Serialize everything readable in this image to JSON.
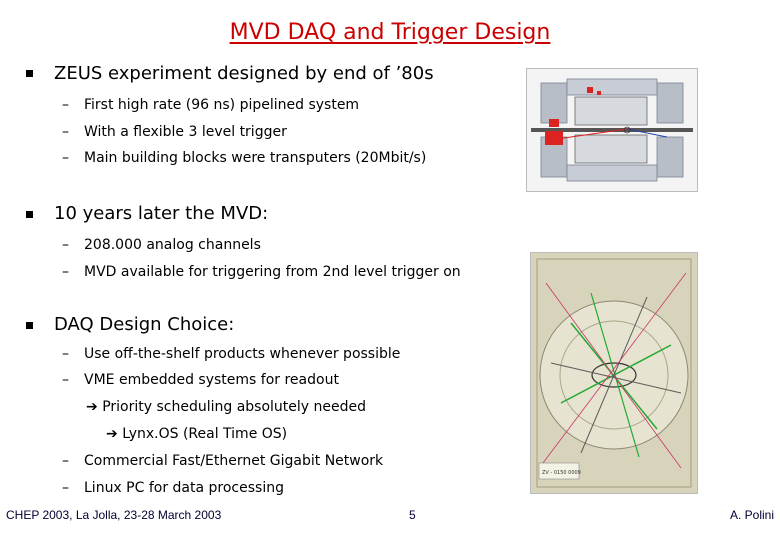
{
  "slide": {
    "title": "MVD DAQ and Trigger Design",
    "bullets": [
      {
        "text": "ZEUS experiment designed by end of ’80s",
        "subs": [
          "First high rate (96 ns) pipelined system",
          "With a flexible 3 level trigger",
          "Main building blocks were transputers (20Mbit/s)"
        ]
      },
      {
        "text": "10 years later the MVD:",
        "subs": [
          "208.000 analog channels",
          "MVD available for triggering from 2nd level trigger on"
        ]
      },
      {
        "text": "DAQ Design Choice:",
        "subs": [
          "Use off-the-shelf products whenever possible",
          "VME embedded systems for readout"
        ],
        "arrows": [
          "Priority scheduling absolutely needed",
          "Lynx.OS (Real Time OS)"
        ],
        "subs_after": [
          "Commercial Fast/Ethernet Gigabit Network",
          "Linux PC for data processing"
        ]
      }
    ],
    "dash": "–",
    "arrow_glyph": "➔",
    "figure_label": "ZV - 0150 0009"
  },
  "footer": {
    "left": "CHEP 2003, La Jolla, 23-28 March 2003",
    "center": "5",
    "right": "A. Polini"
  },
  "colors": {
    "title": "#cc0000",
    "detector_gray": "#b8bec8",
    "detector_red": "#dd2222",
    "event_bg": "#d8d4bc",
    "event_green": "#22aa33"
  }
}
